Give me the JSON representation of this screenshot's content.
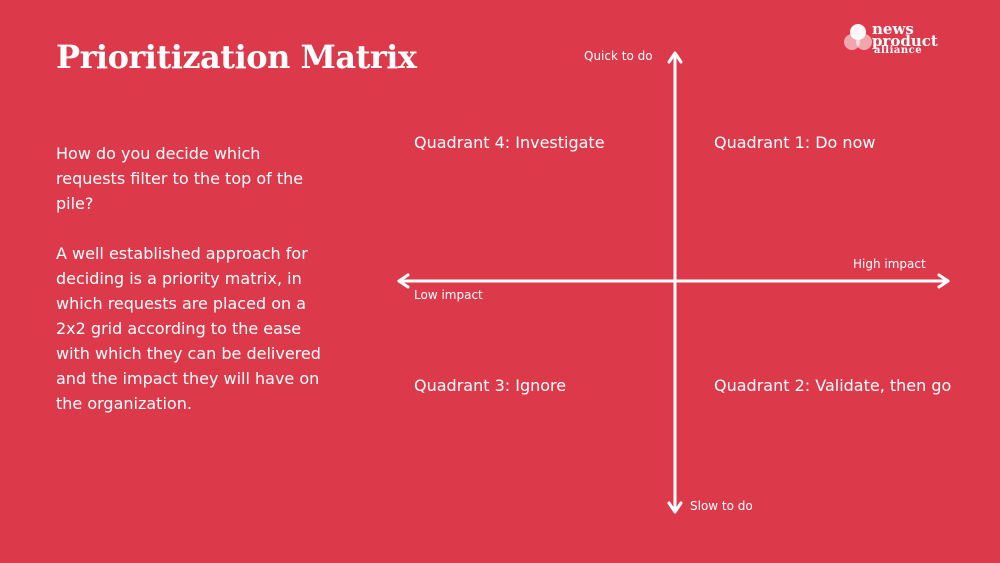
{
  "title": "Prioritization Matrix",
  "body": {
    "paragraph1": "How do you decide which requests filter to the top of the pile?",
    "paragraph2": "A well established approach for deciding is a priority matrix, in which requests are placed on a 2x2 grid according to the ease with which they can be delivered and the impact they will have on the organization."
  },
  "logo": {
    "line1": "news",
    "line2": "product",
    "line3": "alliance"
  },
  "axes": {
    "top": "Quick to do",
    "bottom": "Slow to do",
    "right": "High impact",
    "left": "Low impact"
  },
  "quadrants": {
    "q1": "Quadrant 1: Do now",
    "q2": "Quadrant 2: Validate, then go",
    "q3": "Quadrant 3: Ignore",
    "q4": "Quadrant 4: Investigate"
  },
  "colors": {
    "background": "#dc3a4b",
    "foreground": "#ffffff"
  }
}
